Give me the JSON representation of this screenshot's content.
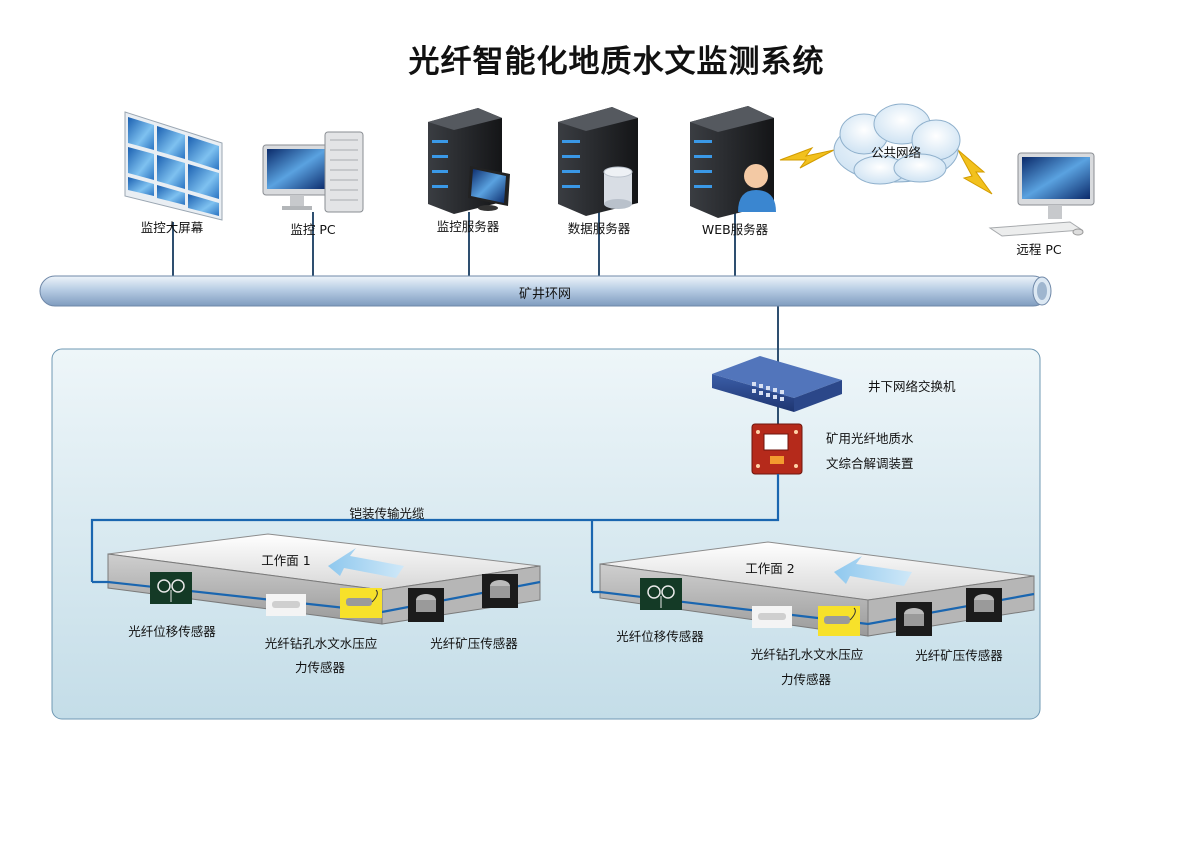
{
  "title": "光纤智能化地质水文监测系统",
  "top_devices": {
    "video_wall": "监控大屏幕",
    "monitor_pc": "监控 PC",
    "monitor_server": "监控服务器",
    "data_server": "数据服务器",
    "web_server": "WEB服务器",
    "cloud": "公共网络",
    "remote_pc": "远程 PC"
  },
  "ring_network": "矿井环网",
  "underground": {
    "switch": "井下网络交换机",
    "demod_line1": "矿用光纤地质水",
    "demod_line2": "文综合解调装置",
    "cable": "铠装传输光缆"
  },
  "faces": [
    {
      "label": "工作面 1",
      "displacement": "光纤位移传感器",
      "hydro_line1": "光纤钻孔水文水压应",
      "hydro_line2": "力传感器",
      "pressure": "光纤矿压传感器"
    },
    {
      "label": "工作面 2",
      "displacement": "光纤位移传感器",
      "hydro_line1": "光纤钻孔水文水压应",
      "hydro_line2": "力传感器",
      "pressure": "光纤矿压传感器"
    }
  ],
  "colors": {
    "pipe": "#a9c2dd",
    "area_bg": "#dcecf3",
    "cable": "#1a66b0",
    "lightning": "#f2c11d",
    "server": "#1d1f22"
  }
}
